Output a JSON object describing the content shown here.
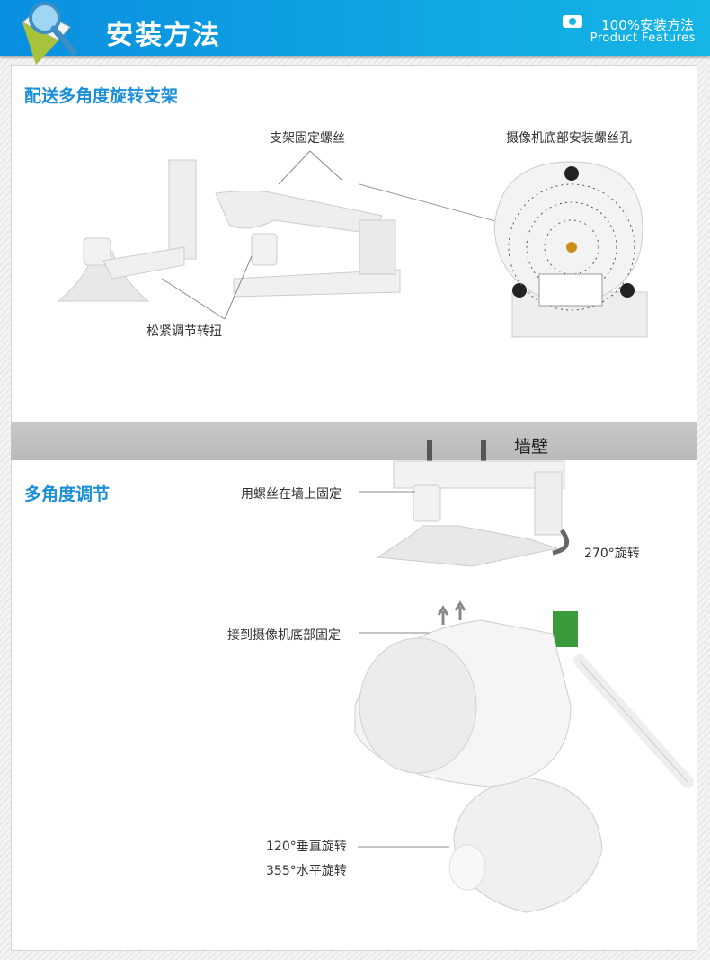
{
  "header": {
    "title": "安装方法",
    "badge": "100%安装方法",
    "subtitle": "Product Features"
  },
  "section1": {
    "title": "配送多角度旋转支架",
    "labels": {
      "bracket_screw": "支架固定螺丝",
      "camera_hole": "摄像机底部安装螺丝孔",
      "knob": "松紧调节转扭"
    }
  },
  "band": {
    "wall": "墙壁"
  },
  "section2": {
    "title": "多角度调节",
    "labels": {
      "wall_fix": "用螺丝在墙上固定",
      "rotate270": "270°旋转",
      "camera_fix": "接到摄像机底部固定",
      "vertical": "120°垂直旋转",
      "horizontal": "355°水平旋转"
    }
  },
  "colors": {
    "header": "#0a8fe0",
    "section_title": "#1a8fd8"
  }
}
